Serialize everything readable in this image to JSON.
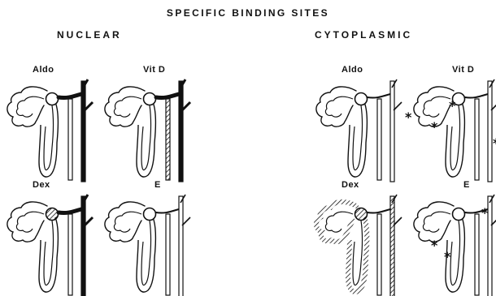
{
  "title": "SPECIFIC BINDING SITES",
  "groups": {
    "nuclear": "NUCLEAR",
    "cytoplasmic": "CYTOPLASMIC"
  },
  "panels": [
    {
      "label": "Aldo",
      "group": "nuclear",
      "tubule": "white",
      "collecting": "solid",
      "loop_ascending": "white",
      "glomerulus": "white",
      "marks": []
    },
    {
      "label": "Vit D",
      "group": "nuclear",
      "tubule": "white",
      "collecting": "solid",
      "loop_ascending": "hatched",
      "glomerulus": "white",
      "marks": []
    },
    {
      "label": "Dex",
      "group": "nuclear",
      "tubule": "white",
      "collecting": "solid",
      "loop_ascending": "white",
      "glomerulus": "hatched",
      "marks": []
    },
    {
      "label": "E",
      "group": "nuclear",
      "tubule": "white",
      "collecting": "white",
      "loop_ascending": "white",
      "glomerulus": "white",
      "marks": []
    },
    {
      "label": "Aldo",
      "group": "cytoplasmic",
      "tubule": "white",
      "collecting": "white",
      "loop_ascending": "white",
      "glomerulus": "white",
      "marks": []
    },
    {
      "label": "Vit D",
      "group": "cytoplasmic",
      "tubule": "white",
      "collecting": "white",
      "loop_ascending": "white",
      "glomerulus": "white",
      "marks": [
        "*",
        "*",
        "*",
        "*"
      ]
    },
    {
      "label": "Dex",
      "group": "cytoplasmic",
      "tubule": "hatched",
      "collecting": "hatched",
      "loop_ascending": "white",
      "glomerulus": "hatched",
      "marks": []
    },
    {
      "label": "E",
      "group": "cytoplasmic",
      "tubule": "white",
      "collecting": "white",
      "loop_ascending": "white",
      "glomerulus": "white",
      "marks": [
        "*",
        "*",
        "*"
      ]
    }
  ]
}
